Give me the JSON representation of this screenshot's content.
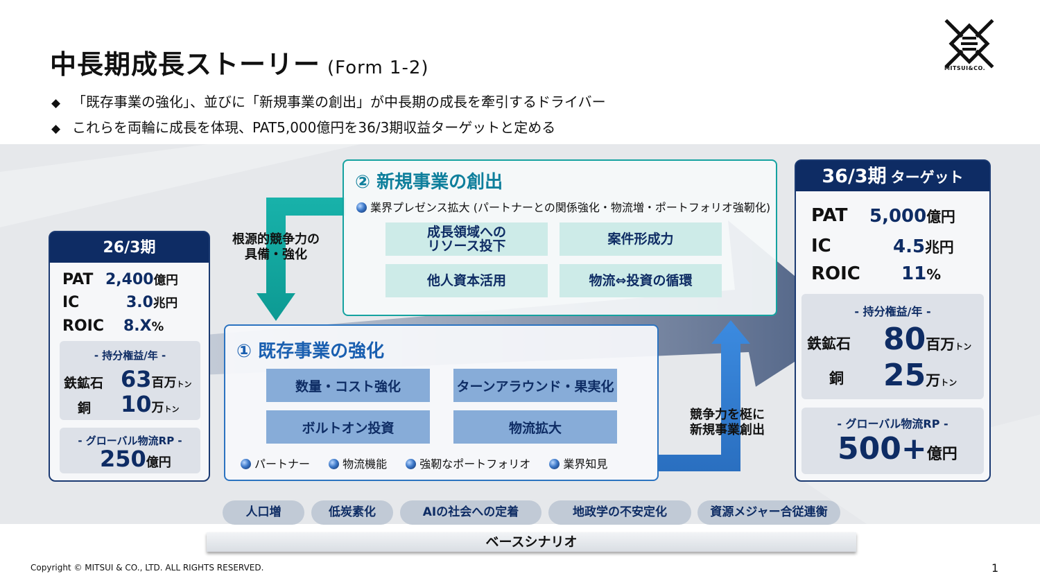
{
  "header": {
    "title": "中長期成長ストーリー",
    "subtitle": "(Form 1-2)",
    "logo_text": "MITSUI&CO."
  },
  "bullets": [
    "「既存事業の強化」、並びに「新規事業の創出」が中長期の成長を牽引するドライバー",
    "これらを両輪に成長を体現、PAT5,000億円を36/3期収益ターゲットと定める"
  ],
  "bullet_mark": "◆",
  "left_card": {
    "header": "26/3期",
    "rows": [
      {
        "key": "PAT",
        "value": "2,400",
        "unit": "億円"
      },
      {
        "key": "IC",
        "value": "3.0",
        "unit": "兆円"
      },
      {
        "key": "ROIC",
        "value": "8.X",
        "unit": "%"
      }
    ],
    "equity_title": "- 持分権益/年 -",
    "equity": [
      {
        "key": "鉄鉱石",
        "value": "63",
        "unit": "百万",
        "unit2": "トン"
      },
      {
        "key": "銅",
        "value": "10",
        "unit": "万",
        "unit2": "トン"
      }
    ],
    "logistics_title": "- グローバル物流RP -",
    "logistics": {
      "value": "250",
      "unit": "億円"
    }
  },
  "right_card": {
    "header": "36/3期",
    "header_small": "ターゲット",
    "rows": [
      {
        "key": "PAT",
        "value": "5,000",
        "unit": "億円"
      },
      {
        "key": "IC",
        "value": "4.5",
        "unit": "兆円"
      },
      {
        "key": "ROIC",
        "value": "11",
        "unit": "%"
      }
    ],
    "equity_title": "- 持分権益/年 -",
    "equity": [
      {
        "key": "鉄鉱石",
        "value": "80",
        "unit": "百万",
        "unit2": "トン"
      },
      {
        "key": "銅",
        "value": "25",
        "unit": "万",
        "unit2": "トン"
      }
    ],
    "logistics_title": "- グローバル物流RP -",
    "logistics": {
      "value": "500+",
      "unit": "億円"
    }
  },
  "new_business": {
    "title": "② 新規事業の創出",
    "subtitle": "業界プレゼンス拡大 (パートナーとの関係強化・物流増・ポートフォリオ強靭化)",
    "tiles": [
      "成長領域への\nリソース投下",
      "案件形成力",
      "他人資本活用",
      "物流⇔投資の循環"
    ]
  },
  "existing_business": {
    "title": "① 既存事業の強化",
    "tiles": [
      "数量・コスト強化",
      "ターンアラウンド・果実化",
      "ボルトオン投資",
      "物流拡大"
    ],
    "footer_items": [
      "パートナー",
      "物流機能",
      "強靭なポートフォリオ",
      "業界知見"
    ]
  },
  "arrow_labels": {
    "left": "根源的競争力の\n具備・強化",
    "right": "競争力を梃に\n新規事業創出"
  },
  "scenario_pills": [
    "人口増",
    "低炭素化",
    "AIの社会への定着",
    "地政学の不安定化",
    "資源メジャー合従連衡"
  ],
  "base_scenario": "ベースシナリオ",
  "footer": {
    "copyright": "Copyright © MITSUI & CO., LTD. ALL RIGHTS RESERVED.",
    "page": "1"
  }
}
